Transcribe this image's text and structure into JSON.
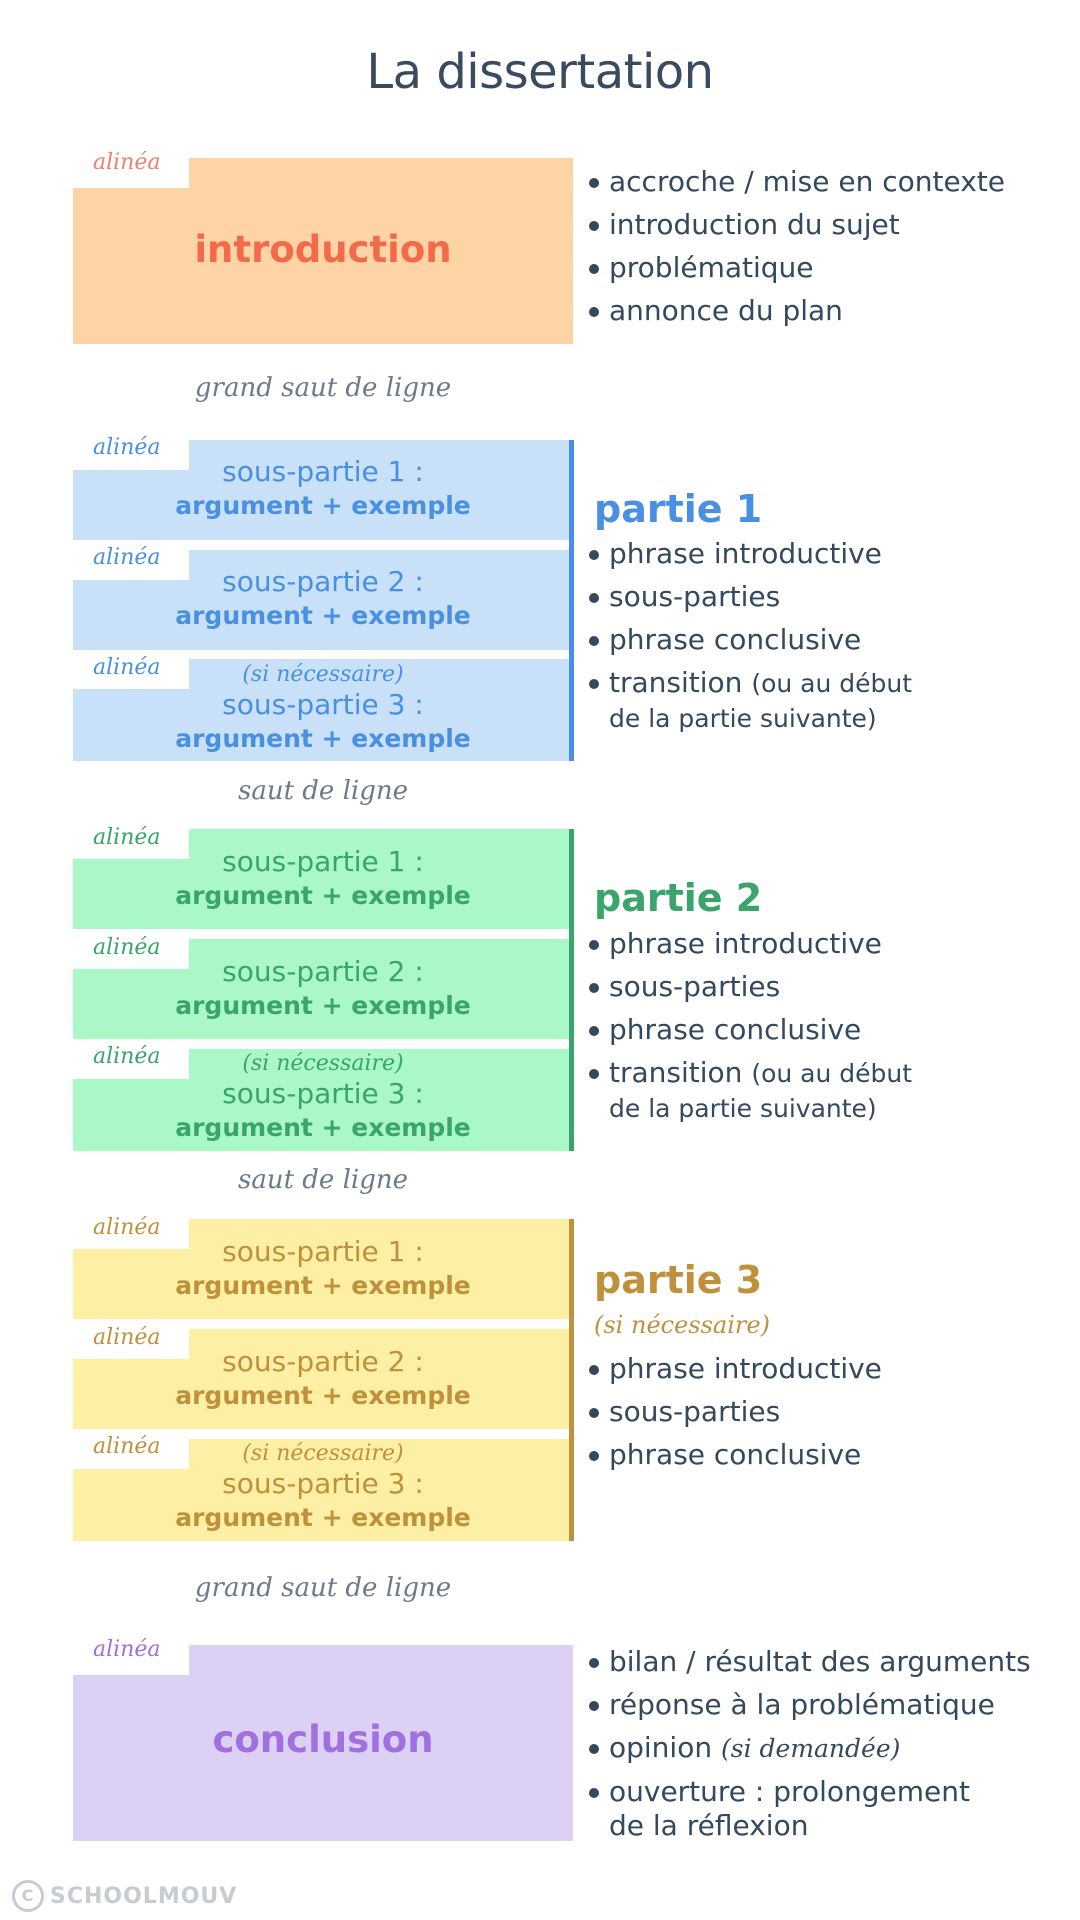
{
  "title": "La dissertation",
  "alinea": "alinéa",
  "introduction": {
    "label": "introduction",
    "bullets": [
      "accroche / mise en contexte",
      "introduction du sujet",
      "problématique",
      "annonce du plan"
    ]
  },
  "gaps": {
    "big": "grand saut de ligne",
    "small": "saut de ligne"
  },
  "subparts": {
    "sp1_line1": "sous-partie 1 :",
    "sp2_line1": "sous-partie 2 :",
    "sp3_line1": "sous-partie 3 :",
    "line2": "argument + exemple",
    "optional": "(si nécessaire)"
  },
  "parts": [
    {
      "title": "partie 1",
      "bullets": [
        "phrase introductive",
        "sous-parties",
        "phrase conclusive"
      ],
      "transition": "transition",
      "transition_note_1": "(ou au début",
      "transition_note_2": "de la partie suivante)"
    },
    {
      "title": "partie 2",
      "bullets": [
        "phrase introductive",
        "sous-parties",
        "phrase conclusive"
      ],
      "transition": "transition",
      "transition_note_1": "(ou au début",
      "transition_note_2": "de la partie suivante)"
    },
    {
      "title": "partie 3",
      "optional": "(si nécessaire)",
      "bullets": [
        "phrase introductive",
        "sous-parties",
        "phrase conclusive"
      ]
    }
  ],
  "conclusion": {
    "label": "conclusion",
    "b1": "bilan / résultat des arguments",
    "b2": "réponse à la problématique",
    "b3": "opinion",
    "b3_note": "(si demandée)",
    "b4_line1": "ouverture : prolongement",
    "b4_line2": "de la réflexion"
  },
  "footer": {
    "brand": "SCHOOLMOUV",
    "copyright_symbol": "C"
  },
  "colors": {
    "intro_bg": "#fed4a6",
    "intro_text": "#f36a4a",
    "intro_alinea": "#f08070",
    "p1_bg": "#c8e1f8",
    "p1_text": "#4a90e2",
    "p2_bg": "#aaf8c8",
    "p2_text": "#3aa56a",
    "p3_bg": "#fdf0a4",
    "p3_text": "#c0913c",
    "concl_bg": "#ddd0f5",
    "concl_text": "#a070e0"
  }
}
